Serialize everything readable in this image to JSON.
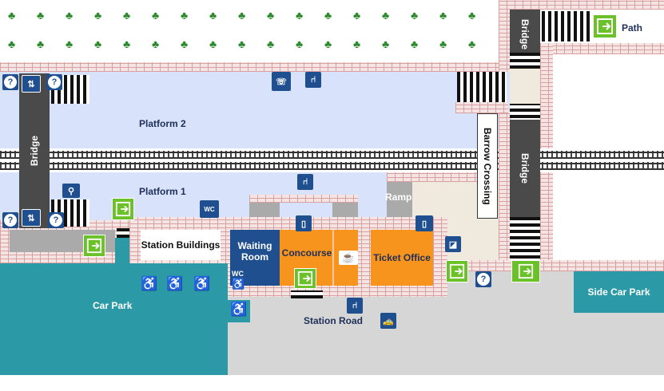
{
  "labels": {
    "platform2": "Platform 2",
    "platform1": "Platform 1",
    "bridge_left": "Bridge",
    "bridge_top_right": "Bridge",
    "bridge_right": "Bridge",
    "barrow_crossing": "Barrow Crossing",
    "ramp": "Ramp",
    "path": "Path",
    "station_buildings": "Station Buildings",
    "waiting_room": "Waiting Room",
    "concourse": "Concourse",
    "ticket_office": "Ticket Office",
    "car_park": "Car Park",
    "station_road": "Station Road",
    "side_car_park": "Side Car Park",
    "wc": "WC"
  },
  "icons": {
    "help": "?",
    "help_icon_name": "help-icon",
    "lift_icon_name": "lift-icon",
    "exit_icon_name": "exit-icon",
    "seat_icon_name": "seat-icon",
    "disabled_parking_icon_name": "disabled-parking-icon",
    "taxi_icon_name": "taxi-icon",
    "cafe_icon_name": "cafe-icon",
    "phone_icon_name": "phone-icon",
    "cycle_icon_name": "cycle-icon",
    "ticket_machine_icon_name": "ticket-machine-icon",
    "toilet_icon_name": "toilet-icon",
    "help_point_icon_name": "help-point-icon"
  },
  "colors": {
    "platform": "#d8e2fa",
    "brick": "#f4e4e4",
    "bridge": "#4a4a4a",
    "car_park": "#2b9aa6",
    "road": "#d6d6d6",
    "concourse": "#f7941d",
    "waiting_room": "#1f4f8f",
    "exit": "#6bc128",
    "trees": "#2e8a2e"
  }
}
